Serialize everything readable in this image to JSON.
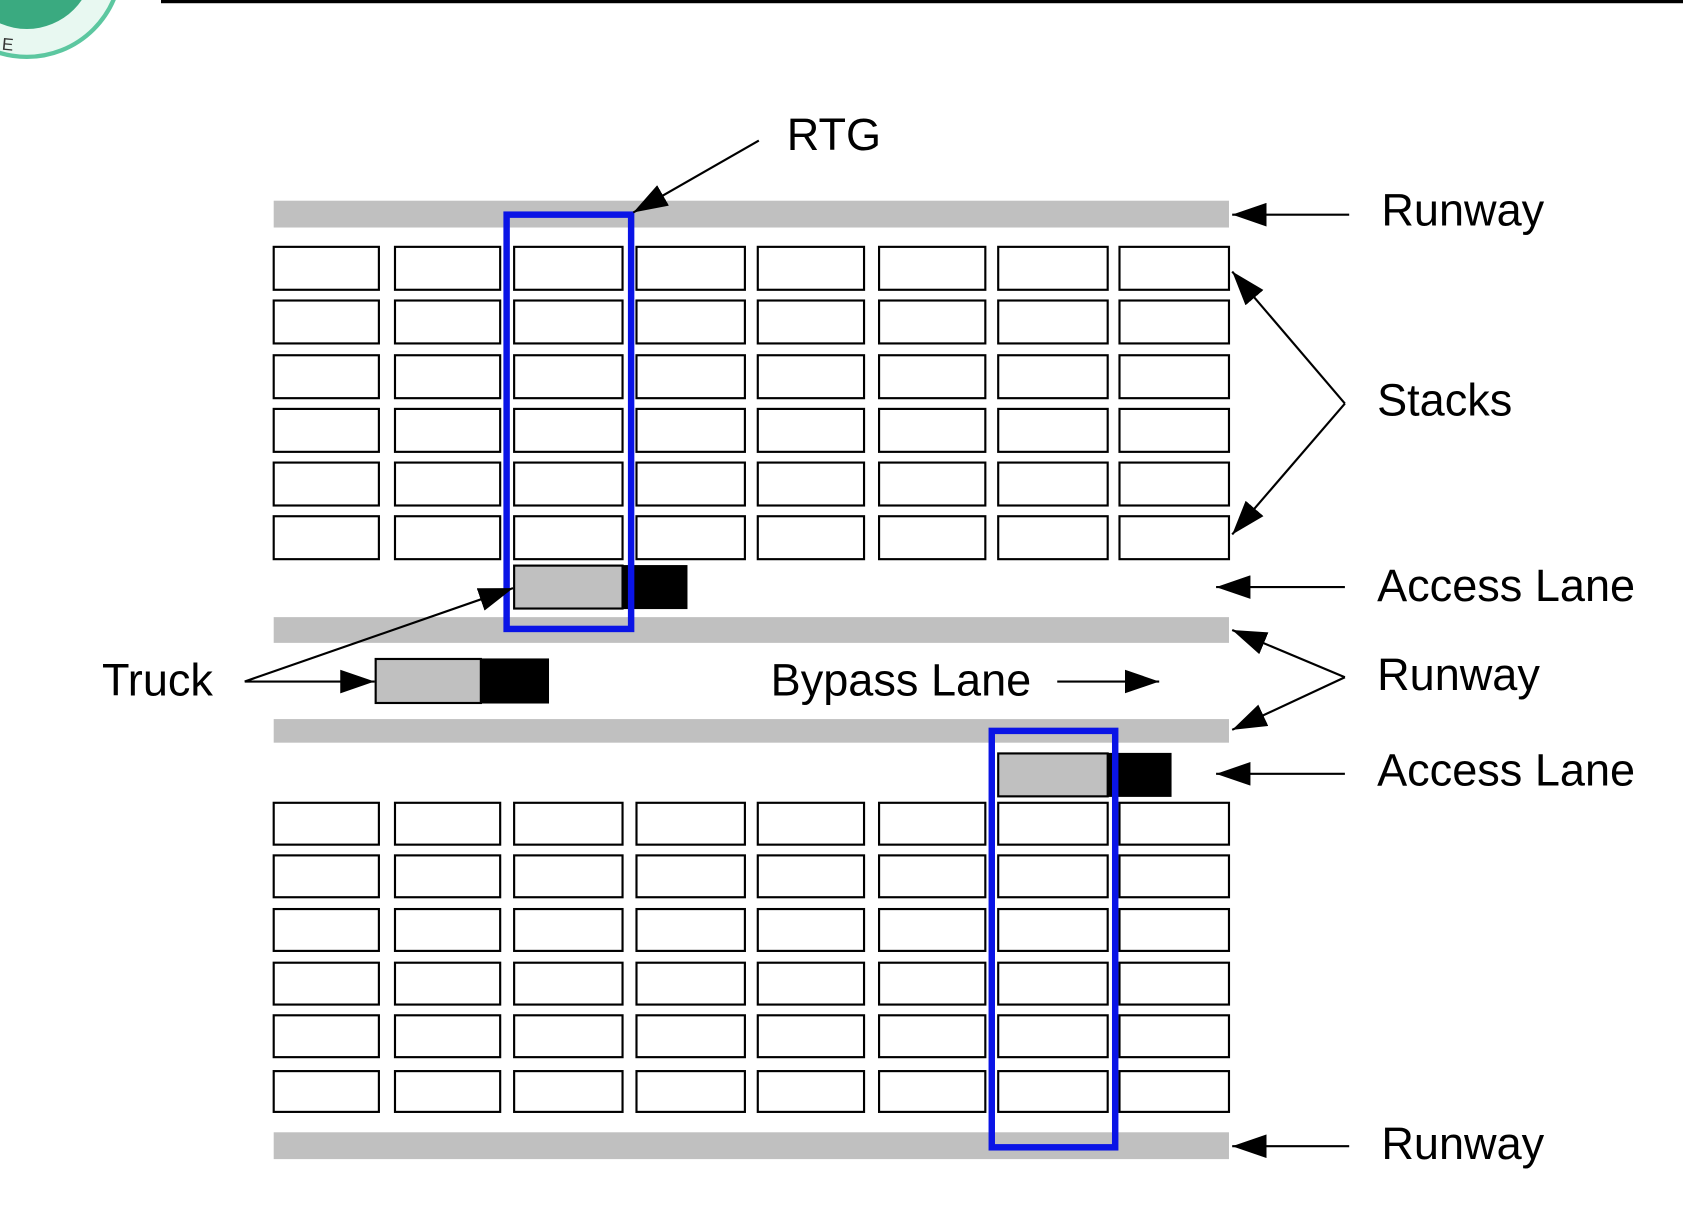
{
  "logo": {
    "text": "NGELE",
    "color": "#3aaa80"
  },
  "labels": {
    "rtg": "RTG",
    "runway_top": "Runway",
    "stacks": "Stacks",
    "access_lane_top": "Access Lane",
    "truck": "Truck",
    "bypass_lane": "Bypass Lane",
    "runway_middle": "Runway",
    "access_lane_bottom": "Access Lane",
    "runway_bottom": "Runway"
  },
  "colors": {
    "runway": "#c0c0c0",
    "rtg": "#0a14e6",
    "truck_body": "#c0c0c0",
    "truck_cab": "#000000"
  },
  "yard": {
    "stack_columns": 8,
    "stack_rows_per_block": 6,
    "blocks": 2
  }
}
